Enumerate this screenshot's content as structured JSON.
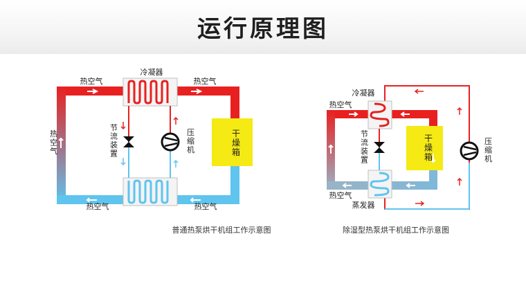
{
  "title": "运行原理图",
  "left": {
    "condenser": "冷凝器",
    "hot_air_top_left": "热空气",
    "hot_air_top_right": "热空气",
    "hot_air_side": "热空气",
    "throttle": "节流装置",
    "compressor": "压缩机",
    "dryer": "干燥箱",
    "hot_air_bottom_left": "热空气",
    "hot_air_bottom_right": "热空气",
    "caption": "普通热泵烘干机组工作示意图"
  },
  "right": {
    "condenser": "冷凝器",
    "hot_air": "热空气",
    "throttle": "节流装置",
    "dryer": "干燥箱",
    "compressor": "压缩机",
    "hot_air_bottom": "热空气",
    "evaporator": "蒸发器",
    "caption": "除湿型热泵烘干机组工作示意图"
  },
  "colors": {
    "hot": "#e82020",
    "cold": "#5fc4ee",
    "dryer": "#f5ea14",
    "arrow_red": "#e82020"
  }
}
